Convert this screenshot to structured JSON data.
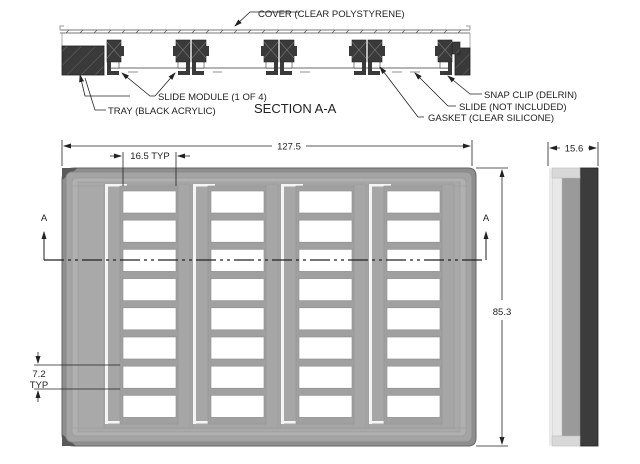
{
  "drawing": {
    "section_view": {
      "title": "SECTION A-A",
      "callouts": {
        "cover": "COVER (CLEAR POLYSTYRENE)",
        "slide_module": "SLIDE MODULE (1 OF 4)",
        "tray": "TRAY (BLACK ACRYLIC)",
        "snap_clip": "SNAP CLIP (DELRIN)",
        "slide": "SLIDE (NOT INCLUDED)",
        "gasket": "GASKET (CLEAR SILICONE)"
      }
    },
    "plan_view": {
      "overall_width": "127.5",
      "overall_height": "85.3",
      "slot_width": "16.5 TYP",
      "slot_pitch_value": "7.2",
      "slot_pitch_suffix": "TYP",
      "section_marker_left": "A",
      "section_marker_right": "A",
      "module_count": 4,
      "wells_per_module": 8
    },
    "side_view": {
      "overall_depth": "15.6"
    },
    "colors": {
      "tray_dark": "#3a3a3a",
      "frame_gray": "#9a9a9a",
      "module_gray": "#a8a8a8",
      "well_white": "#ffffff",
      "line": "#222222"
    }
  }
}
